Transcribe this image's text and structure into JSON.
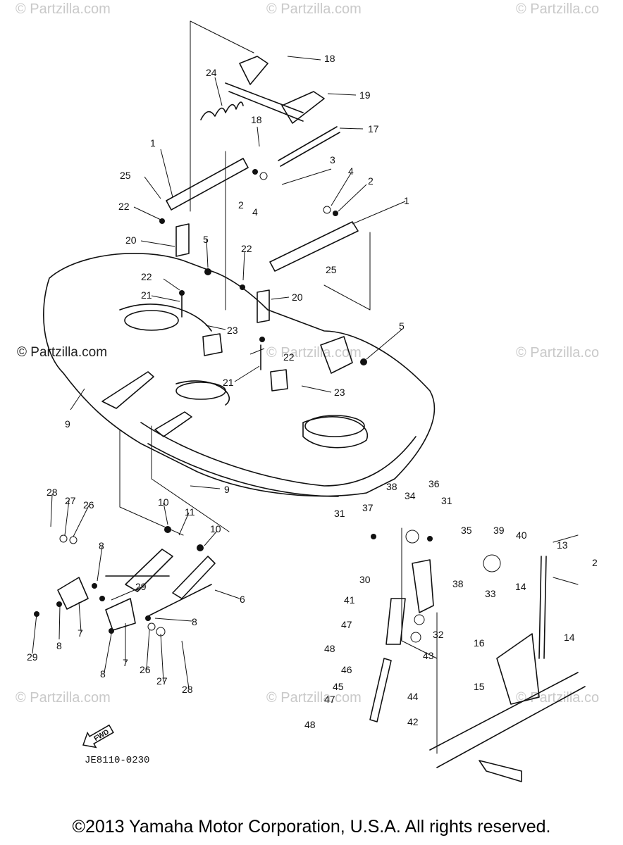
{
  "watermarks": {
    "top_left": "© Partzilla.com",
    "top_center": "© Partzilla.com",
    "top_right": "© Partzilla.co",
    "mid_left": "© Partzilla.com",
    "mid_center": "© Partzilla.com",
    "mid_right": "© Partzilla.co",
    "bottom_left": "© Partzilla.com",
    "bottom_center": "© Partzilla.com",
    "bottom_right": "© Partzilla.co"
  },
  "diagram": {
    "callouts": {
      "c1a": "1",
      "c1b": "1",
      "c2a": "2",
      "c2b": "2",
      "c2c": "2",
      "c3": "3",
      "c4a": "4",
      "c4b": "4",
      "c5a": "5",
      "c5b": "5",
      "c6": "6",
      "c7a": "7",
      "c7b": "7",
      "c8a": "8",
      "c8b": "8",
      "c8c": "8",
      "c8d": "8",
      "c9a": "9",
      "c9b": "9",
      "c10a": "10",
      "c10b": "10",
      "c11": "11",
      "c13": "13",
      "c14a": "14",
      "c14b": "14",
      "c15": "15",
      "c16": "16",
      "c17": "17",
      "c18a": "18",
      "c18b": "18",
      "c19": "19",
      "c20a": "20",
      "c20b": "20",
      "c21a": "21",
      "c21b": "21",
      "c22a": "22",
      "c22b": "22",
      "c22c": "22",
      "c22d": "22",
      "c23a": "23",
      "c23b": "23",
      "c24": "24",
      "c25a": "25",
      "c25b": "25",
      "c26a": "26",
      "c26b": "26",
      "c27a": "27",
      "c27b": "27",
      "c28a": "28",
      "c28b": "28",
      "c29a": "29",
      "c29b": "29",
      "c30": "30",
      "c31a": "31",
      "c31b": "31",
      "c32": "32",
      "c33": "33",
      "c34": "34",
      "c35": "35",
      "c36": "36",
      "c37": "37",
      "c38a": "38",
      "c38b": "38",
      "c39": "39",
      "c40": "40",
      "c41": "41",
      "c42": "42",
      "c43": "43",
      "c44": "44",
      "c45": "45",
      "c46": "46",
      "c47a": "47",
      "c47b": "47",
      "c48a": "48",
      "c48b": "48"
    },
    "fwd_label": "FWD",
    "figure_code": "JE8110-0230"
  },
  "footer": {
    "copyright": "©2013  Yamaha Motor Corporation, U.S.A. All rights reserved."
  }
}
